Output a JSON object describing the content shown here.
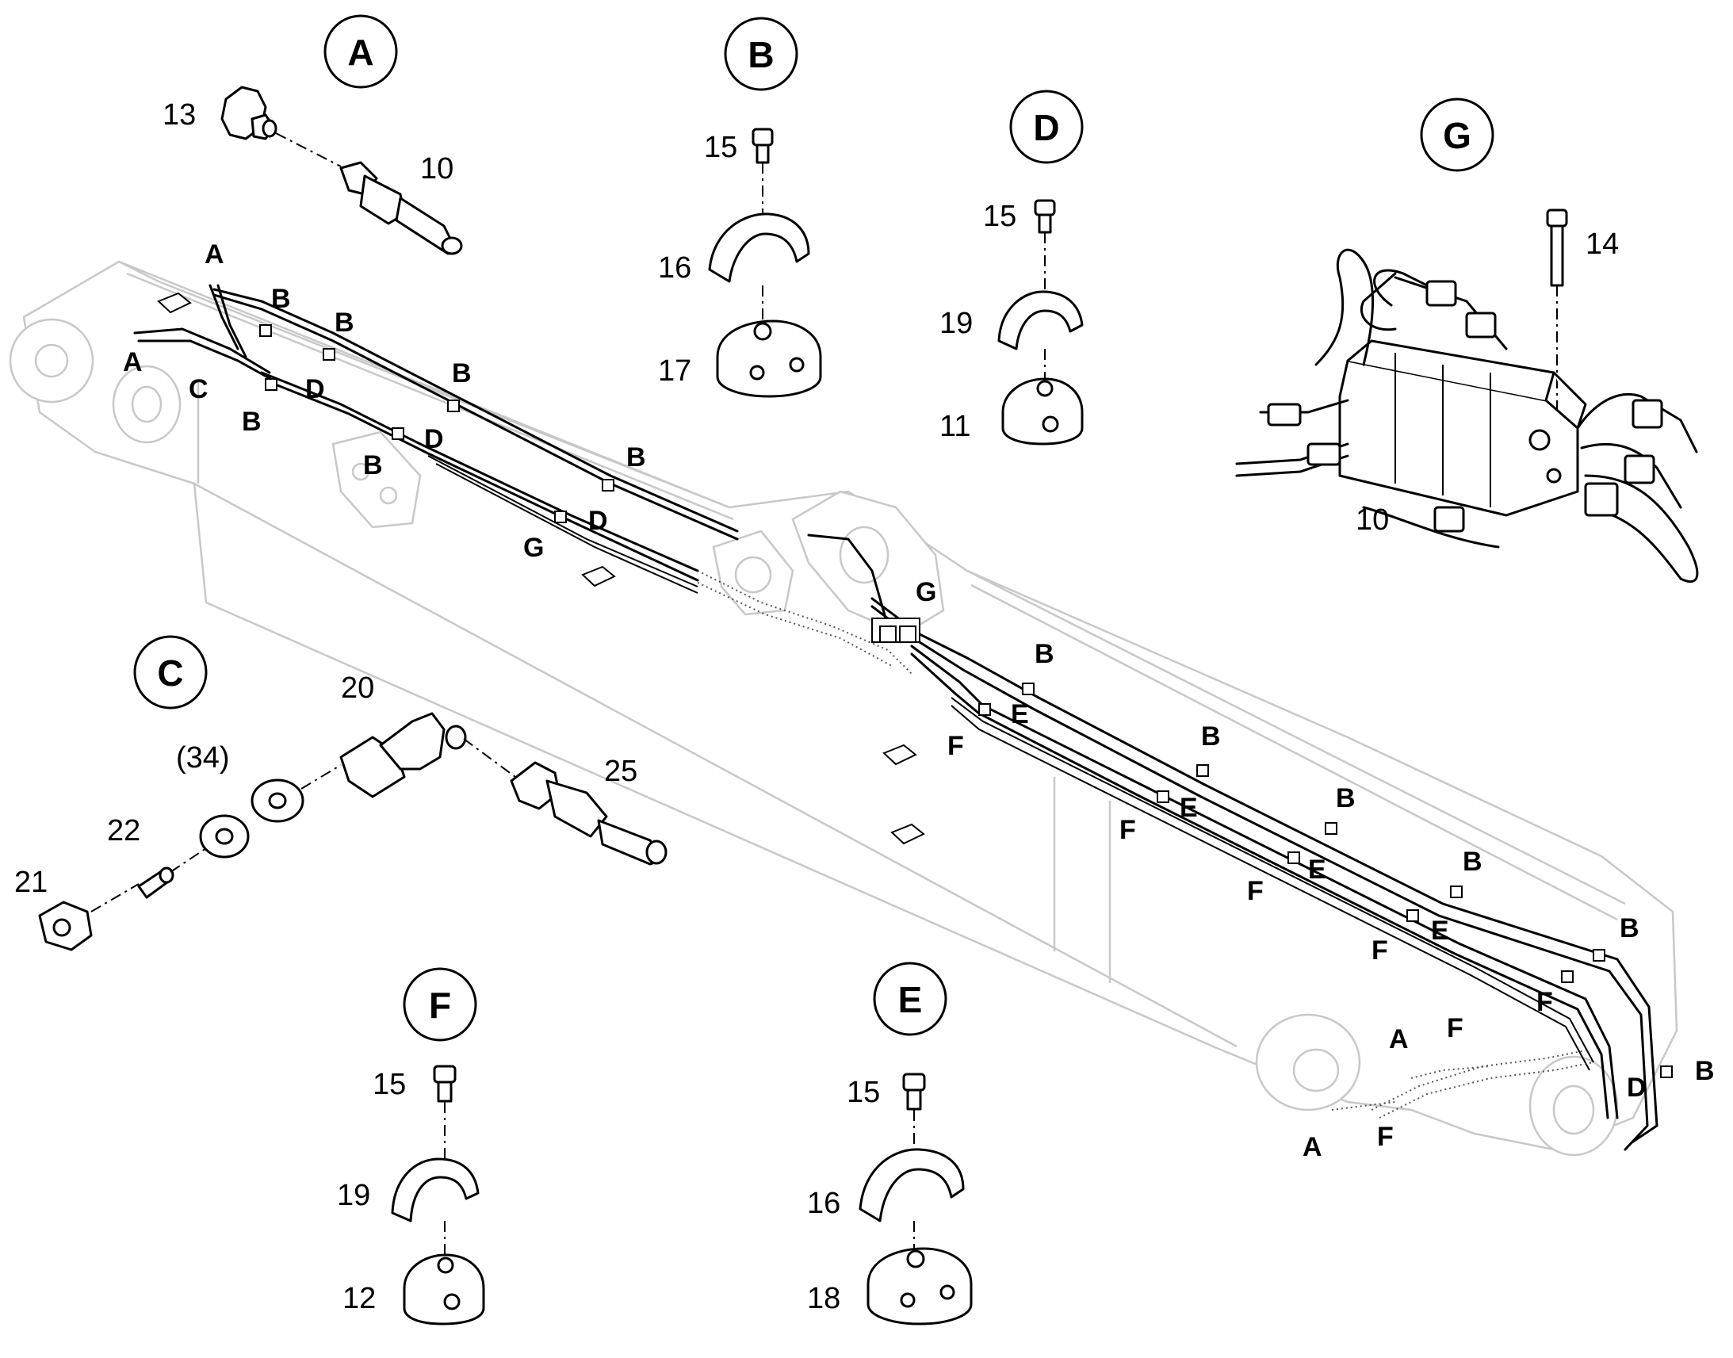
{
  "detail_callouts": {
    "A": "A",
    "B": "B",
    "C": "C",
    "D": "D",
    "E": "E",
    "F": "F",
    "G": "G"
  },
  "part_numbers": {
    "n10_a": "10",
    "n13": "13",
    "n15_b": "15",
    "n16_b": "16",
    "n17": "17",
    "n15_d": "15",
    "n19_d": "19",
    "n11": "11",
    "n14": "14",
    "n10_g": "10",
    "n20": "20",
    "n34": "(34)",
    "n22": "22",
    "n21": "21",
    "n25": "25",
    "n15_f": "15",
    "n19_f": "19",
    "n12": "12",
    "n15_e": "15",
    "n16_e": "16",
    "n18": "18"
  },
  "clip_letters": [
    "A",
    "B",
    "B",
    "A",
    "C",
    "D",
    "B",
    "B",
    "D",
    "B",
    "B",
    "D",
    "G",
    "B",
    "E",
    "F",
    "B",
    "E",
    "F",
    "B",
    "E",
    "F",
    "B",
    "E",
    "F",
    "B",
    "F",
    "A",
    "F",
    "B",
    "D",
    "A",
    "F"
  ]
}
